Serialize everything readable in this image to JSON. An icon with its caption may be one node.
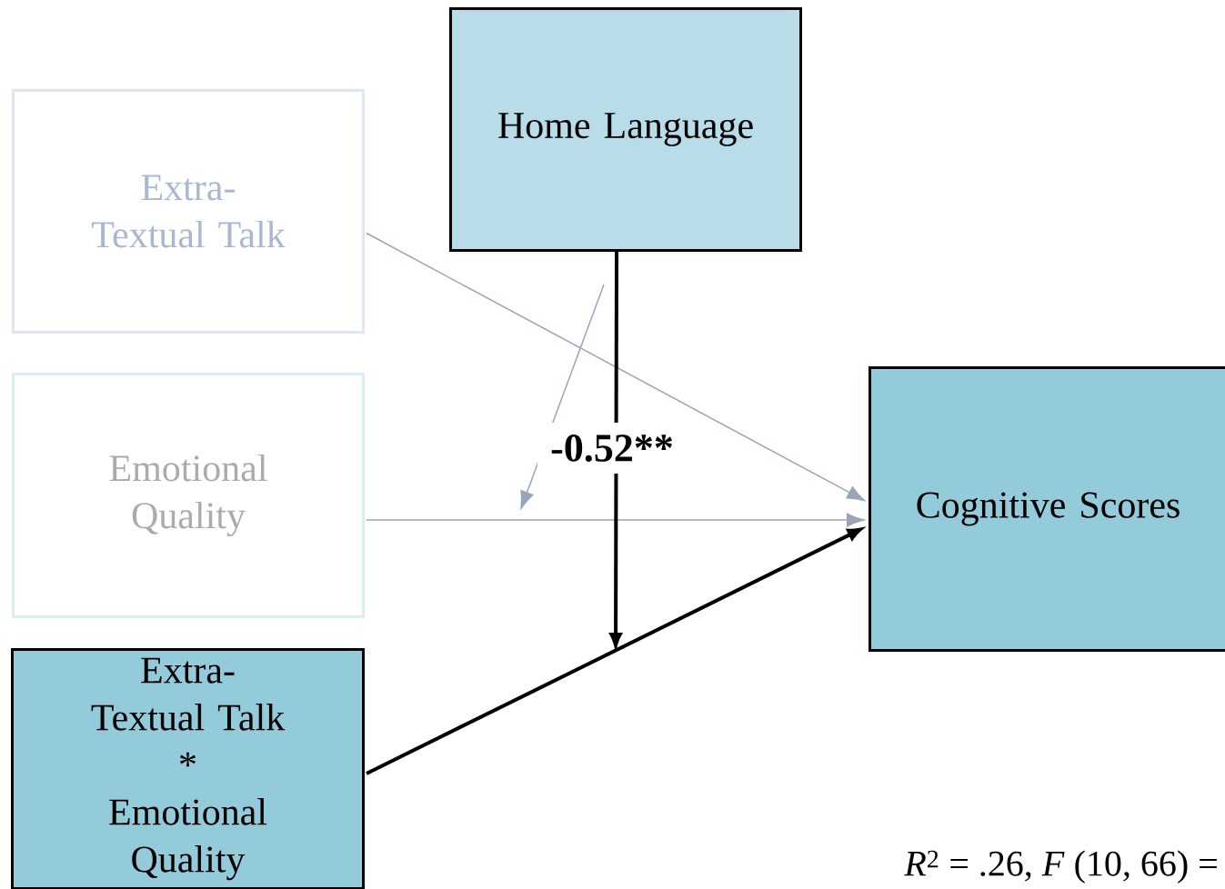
{
  "diagram": {
    "nodes": [
      {
        "text": [
          "Extra-Textual Talk"
        ]
      },
      {
        "text": [
          "Emotional Quality"
        ]
      },
      {
        "text": [
          "Home Language"
        ]
      },
      {
        "text": [
          "Cognitive Scores"
        ]
      },
      {
        "text": [
          "Extra-Textual Talk",
          "*",
          "Emotional Quality"
        ]
      }
    ],
    "edges": [
      {
        "from": 0,
        "to": 3,
        "arrow": "to"
      },
      {
        "from": 1,
        "to": 3,
        "arrow": "to"
      },
      {
        "from": 2,
        "to": null,
        "arrow": "to"
      },
      {
        "from": 2,
        "to": null,
        "arrow": "to",
        "label": "-0.52**",
        "style": "thick",
        "color": "#000000"
      },
      {
        "from": 4,
        "to": 3,
        "arrow": "to",
        "style": "thick",
        "color": "#000000"
      }
    ],
    "labels": [
      "*R*$^{2}$ = .26, *F* (10, 66) ="
    ]
  }
}
